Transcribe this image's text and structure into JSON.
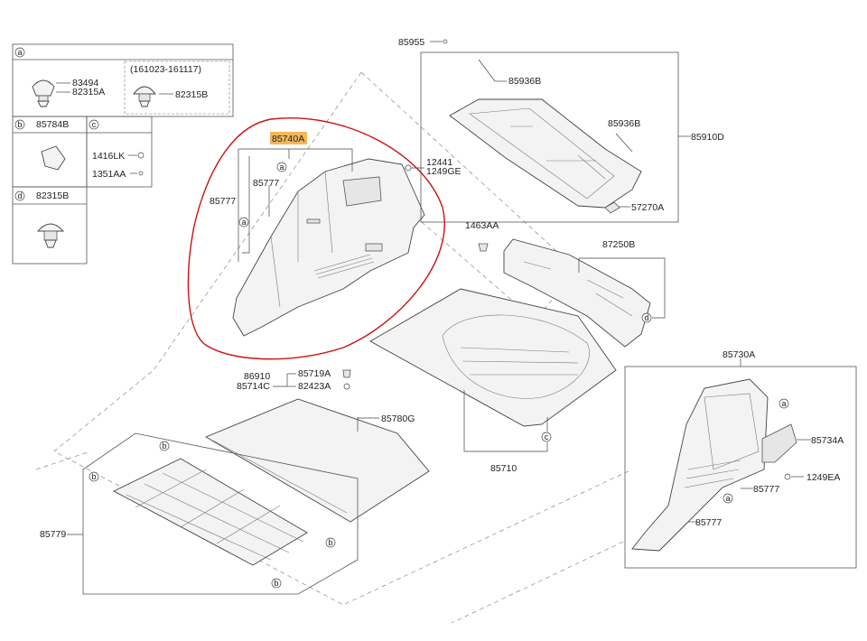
{
  "legend": {
    "a": {
      "letter": "a",
      "parts": [
        "83494",
        "82315A"
      ],
      "note": "(161023-161117)",
      "alt_part": "82315B"
    },
    "b": {
      "letter": "b",
      "part": "85784B"
    },
    "c": {
      "letter": "c",
      "parts": [
        "1416LK",
        "1351AA"
      ]
    },
    "d": {
      "letter": "d",
      "part": "82315B"
    }
  },
  "labels": {
    "p85740A": "85740A",
    "p85777_a": "85777",
    "p85777_b": "85777",
    "p12441": "12441",
    "p1249GE": "1249GE",
    "p85955": "85955",
    "p85936B_a": "85936B",
    "p85936B_b": "85936B",
    "p85910D": "85910D",
    "p57270A": "57270A",
    "p1463AA": "1463AA",
    "p87250B": "87250B",
    "p86910": "86910",
    "p85714C": "85714C",
    "p85719A": "85719A",
    "p82423A": "82423A",
    "p85780G": "85780G",
    "p85710": "85710",
    "p85730A": "85730A",
    "p85734A": "85734A",
    "p1249EA": "1249EA",
    "p85777_c": "85777",
    "p85777_d": "85777",
    "p85779": "85779"
  },
  "callouts": {
    "a": "a",
    "b": "b",
    "c": "c",
    "d": "d"
  },
  "colors": {
    "highlight": "#f5b75a",
    "circle": "#cc1111",
    "line": "#444444"
  }
}
